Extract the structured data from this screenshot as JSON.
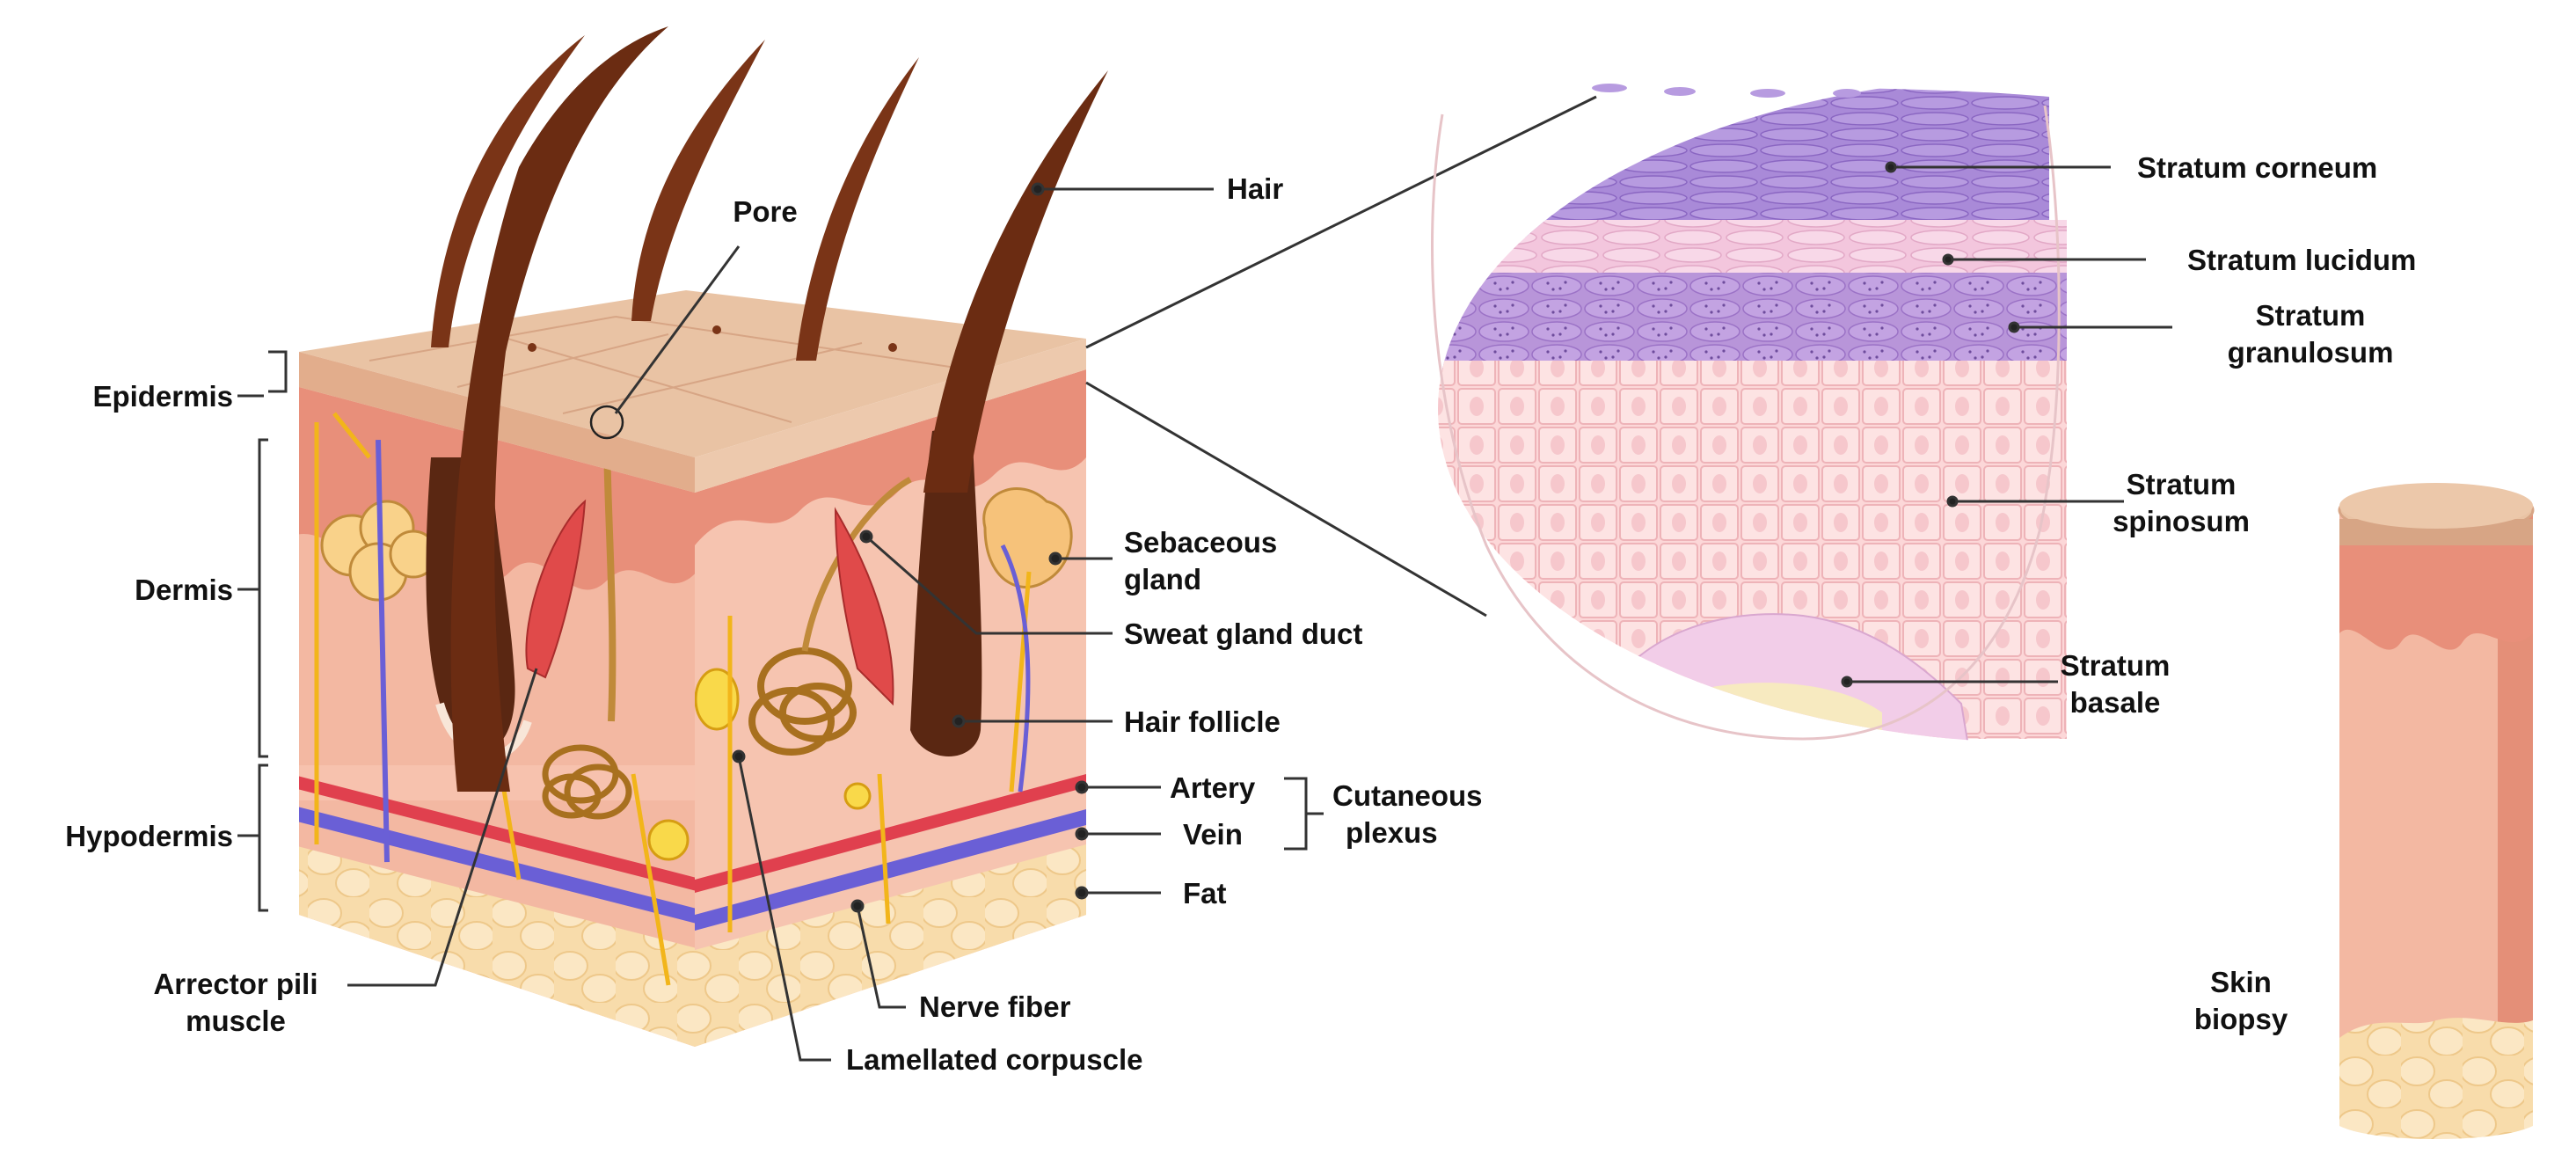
{
  "colors": {
    "epidermis_top": "#e9c3a4",
    "dermis": "#f3b8a2",
    "dermis_dark": "#e88f7a",
    "fat": "#f8dcab",
    "hair": "#7a3417",
    "artery": "#e0404e",
    "vein": "#6a5fd6",
    "nerve": "#f2b51a",
    "gland": "#c08a3a",
    "corneum": "#a98ad8",
    "lucidum": "#f3c6dd",
    "granulosum": "#b895d9",
    "spinosum": "#fcd2d4",
    "basale": "#f2cde8",
    "leader_line": "#333333"
  },
  "labels": {
    "pore": "Pore",
    "hair": "Hair",
    "epidermis": "Epidermis",
    "dermis": "Dermis",
    "hypodermis": "Hypodermis",
    "sebaceous_gland_1": "Sebaceous",
    "sebaceous_gland_2": "gland",
    "sweat_gland_duct": "Sweat gland duct",
    "hair_follicle": "Hair follicle",
    "artery": "Artery",
    "vein": "Vein",
    "cutaneous_plexus_1": "Cutaneous",
    "cutaneous_plexus_2": "plexus",
    "fat": "Fat",
    "arrector_pili_1": "Arrector pili",
    "arrector_pili_2": "muscle",
    "nerve_fiber": "Nerve fiber",
    "lamellated_corpuscle": "Lamellated corpuscle",
    "stratum_corneum": "Stratum corneum",
    "stratum_lucidum": "Stratum lucidum",
    "stratum_granulosum_1": "Stratum",
    "stratum_granulosum_2": "granulosum",
    "stratum_spinosum_1": "Stratum",
    "stratum_spinosum_2": "spinosum",
    "stratum_basale_1": "Stratum",
    "stratum_basale_2": "basale",
    "skin_biopsy_1": "Skin",
    "skin_biopsy_2": "biopsy"
  }
}
